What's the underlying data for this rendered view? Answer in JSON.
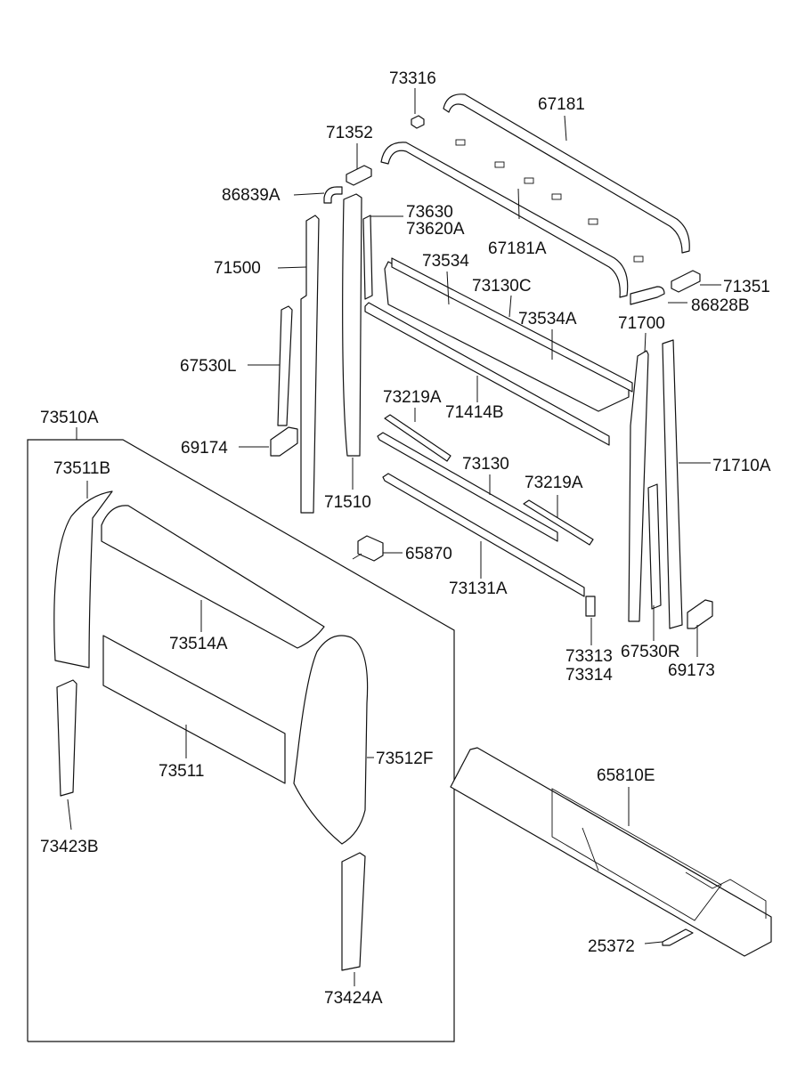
{
  "labels": {
    "l73316": "73316",
    "l67181": "67181",
    "l71352": "71352",
    "l86839A": "86839A",
    "l73630": "73630",
    "l73620A": "73620A",
    "l67181A": "67181A",
    "l71500": "71500",
    "l73534": "73534",
    "l73130C": "73130C",
    "l71351": "71351",
    "l86828B": "86828B",
    "l73534A": "73534A",
    "l71700": "71700",
    "l67530L": "67530L",
    "l73219A_1": "73219A",
    "l71414B": "71414B",
    "l73510A": "73510A",
    "l69174": "69174",
    "l73511B": "73511B",
    "l73130": "73130",
    "l73219A_2": "73219A",
    "l71710A": "71710A",
    "l71510": "71510",
    "l65870": "65870",
    "l73131A": "73131A",
    "l73514A": "73514A",
    "l73313": "73313",
    "l73314": "73314",
    "l67530R": "67530R",
    "l69173": "69173",
    "l73511": "73511",
    "l73512F": "73512F",
    "l65810E": "65810E",
    "l73423B": "73423B",
    "l25372": "25372",
    "l73424A": "73424A"
  }
}
